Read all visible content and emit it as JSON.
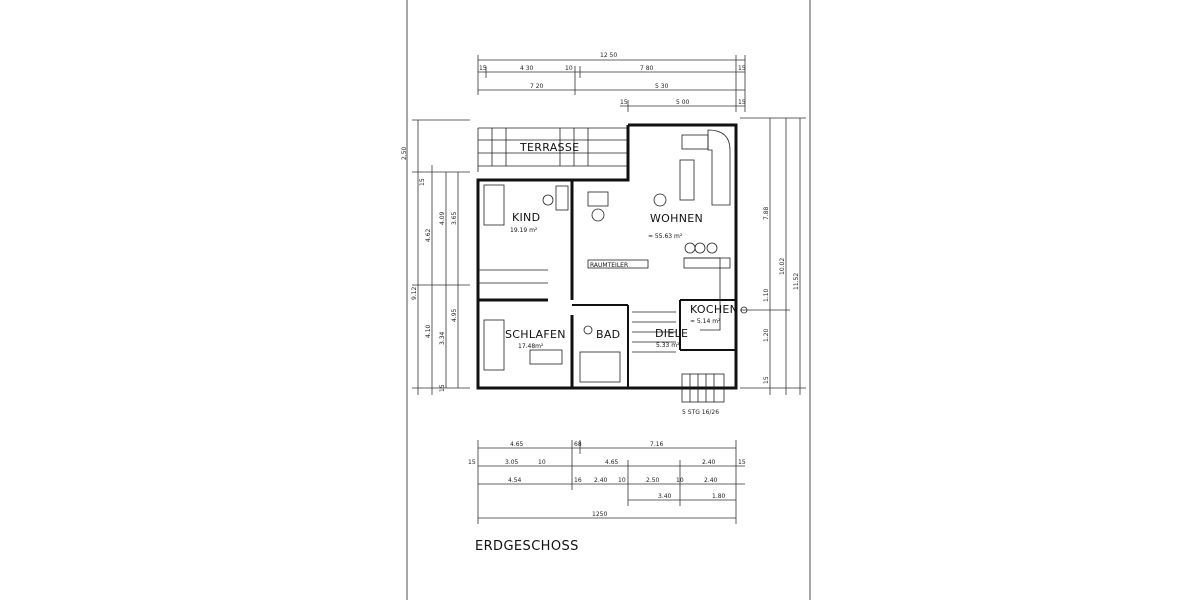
{
  "title": "ERDGESCHOSS",
  "rooms": {
    "terrasse": "TERRASSE",
    "kind": "KIND",
    "kind_area": "19.19 m²",
    "wohnen": "WOHNEN",
    "wohnen_area": "≈ 55.63 m²",
    "raumteiler": "RAUMTEILER",
    "schlafen": "SCHLAFEN",
    "schlafen_area": "17.48m²",
    "bad": "BAD",
    "diele": "DIELE",
    "diele_area": "5.33 m²",
    "kochen": "KOCHEN",
    "kochen_area": "≈ 5.14 m²",
    "stairs_note": "5 STG 16/26"
  },
  "dims_top": {
    "total": "12 50",
    "l1": "15",
    "l2": "4 30",
    "l3": "10",
    "l4": "7 80",
    "l5": "15",
    "l6": "7 20",
    "l7": "5 30",
    "l8": "15",
    "l9": "5 00",
    "l10": "15"
  },
  "dims_bottom": {
    "r1a": "4.65",
    "r1b": "68",
    "r1c": "7.16",
    "r2a": "15",
    "r2b": "3.05",
    "r2c": "10",
    "r2d": "4.65",
    "r2e": "2.40",
    "r2f": "15",
    "r3a": "4.54",
    "r3b": "16",
    "r3c": "2.40",
    "r3d": "10",
    "r3e": "2.50",
    "r3f": "10",
    "r3g": "2.40",
    "r4a": "3.40",
    "r4b": "1.80",
    "total": "1250"
  },
  "dims_left": {
    "a": "2.50",
    "b": "15",
    "c": "4.62",
    "d": "4.09",
    "e": "3.65",
    "f": "9.12",
    "g": "4.95",
    "h": "4.10",
    "i": "3.34",
    "j": "15"
  },
  "dims_right": {
    "a": "7.88",
    "b": "10.02",
    "c": "11.52",
    "d": "1.10",
    "e": "1.20",
    "f": "15"
  }
}
